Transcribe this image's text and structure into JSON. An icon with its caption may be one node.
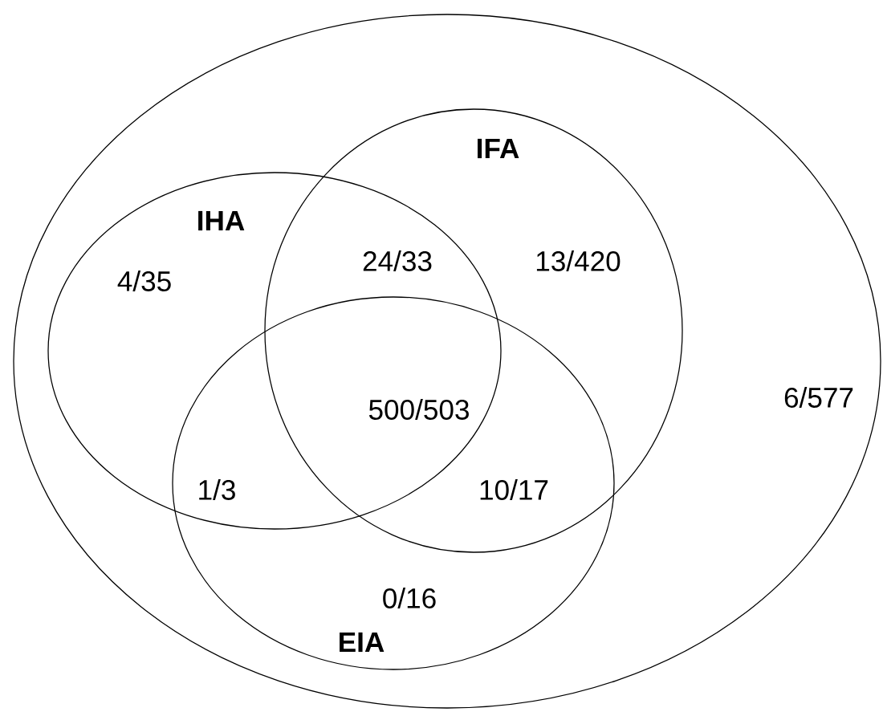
{
  "diagram": {
    "nodes": [
      {
        "text": [
          "6/577"
        ]
      },
      {
        "text": [
          "IHA",
          "4/35"
        ],
        "in": 0
      },
      {
        "text": [
          "IFA",
          "13/420"
        ],
        "in": 0
      },
      {
        "text": [
          "0/16",
          "EIA"
        ],
        "in": 0
      }
    ],
    "labels": [
      "24/33",
      "500/503",
      "1/3",
      "10/17"
    ]
  }
}
